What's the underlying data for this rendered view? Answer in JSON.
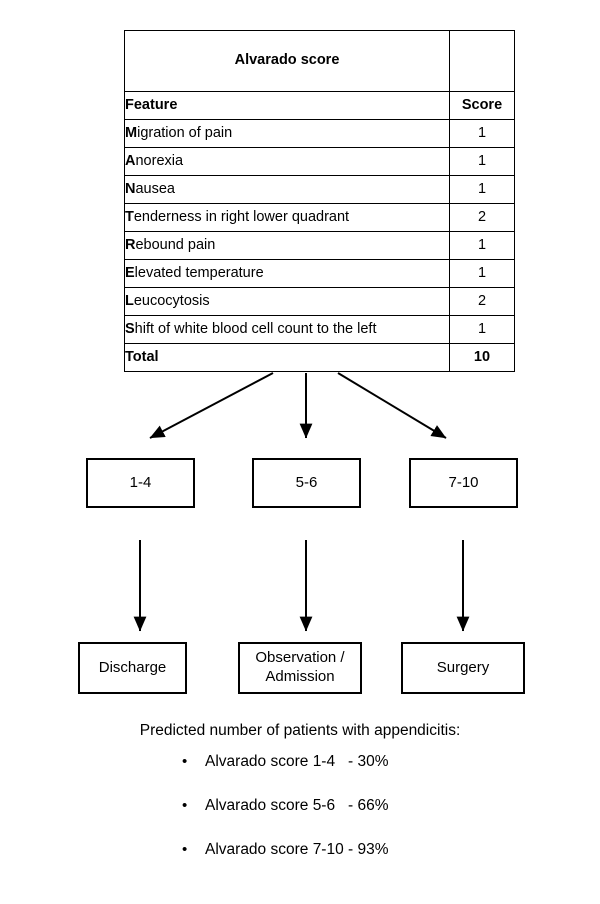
{
  "table": {
    "title": "Alvarado score",
    "columns": [
      "Feature",
      "Score"
    ],
    "rows": [
      {
        "initial": "M",
        "rest": "igration of pain",
        "score": "1"
      },
      {
        "initial": "A",
        "rest": "norexia",
        "score": "1"
      },
      {
        "initial": "N",
        "rest": "ausea",
        "score": "1"
      },
      {
        "initial": "T",
        "rest": "enderness in right lower quadrant",
        "score": "2"
      },
      {
        "initial": "R",
        "rest": "ebound pain",
        "score": "1"
      },
      {
        "initial": "E",
        "rest": "levated temperature",
        "score": "1"
      },
      {
        "initial": "L",
        "rest": "eucocytosis",
        "score": "2"
      },
      {
        "initial": "S",
        "rest": "hift of white blood cell count to the left",
        "score": "1"
      }
    ],
    "total_label": "Total",
    "total_score": "10"
  },
  "flow": {
    "ranges": [
      {
        "label": "1-4"
      },
      {
        "label": "5-6"
      },
      {
        "label": "7-10"
      }
    ],
    "actions": [
      {
        "label": "Discharge"
      },
      {
        "label": "Observation /\nAdmission"
      },
      {
        "label": "Surgery"
      }
    ]
  },
  "prediction": {
    "title": "Predicted number of patients with appendicitis:",
    "items": [
      "Alvarado score 1-4   - 30%",
      "Alvarado score 5-6   - 66%",
      "Alvarado score 7-10 - 93%"
    ]
  },
  "colors": {
    "stroke": "#000000",
    "background": "#ffffff"
  }
}
